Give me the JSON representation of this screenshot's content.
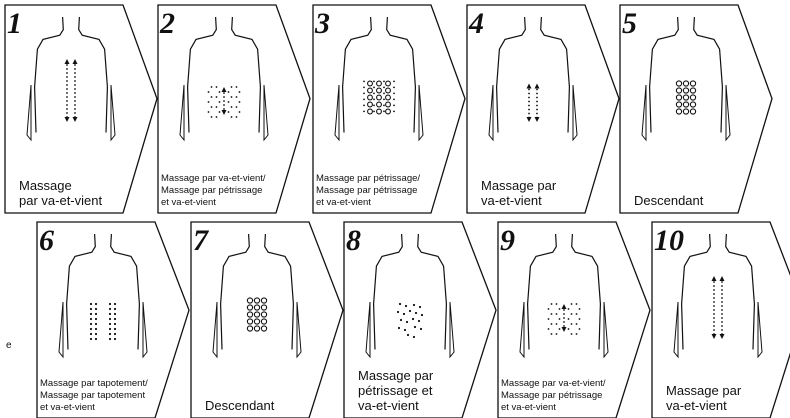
{
  "steps": [
    {
      "number": "1",
      "caption": [
        "Massage",
        "par va-et-vient"
      ],
      "size": "lg",
      "pattern": "long-arrows"
    },
    {
      "number": "2",
      "caption": [
        "Massage par va-et-vient/",
        "Massage par pétrissage",
        "et va-et-vient"
      ],
      "size": "sm",
      "pattern": "dots-arrows"
    },
    {
      "number": "3",
      "caption": [
        "Massage par pétrissage/",
        "Massage par pétrissage",
        "et va-et-vient"
      ],
      "size": "sm",
      "pattern": "circles-dots"
    },
    {
      "number": "4",
      "caption": [
        "Massage par",
        "va-et-vient"
      ],
      "size": "lg",
      "pattern": "short-arrows"
    },
    {
      "number": "5",
      "caption": [
        "Descendant"
      ],
      "size": "lg",
      "pattern": "circles"
    },
    {
      "number": "6",
      "caption": [
        "Massage par tapotement/",
        "Massage par tapotement",
        "et va-et-vient"
      ],
      "size": "sm",
      "pattern": "dot-columns"
    },
    {
      "number": "7",
      "caption": [
        "Descendant"
      ],
      "size": "lg",
      "pattern": "circles"
    },
    {
      "number": "8",
      "caption": [
        "Massage par",
        "pétrissage et",
        "va-et-vient"
      ],
      "size": "lg",
      "pattern": "dot-cluster"
    },
    {
      "number": "9",
      "caption": [
        "Massage par va-et-vient/",
        "Massage par pétrissage",
        "et va-et-vient"
      ],
      "size": "sm",
      "pattern": "dots-arrows"
    },
    {
      "number": "10",
      "caption": [
        "Massage par",
        "va-et-vient"
      ],
      "size": "lg",
      "pattern": "long-arrows"
    }
  ],
  "stray_text": "e"
}
